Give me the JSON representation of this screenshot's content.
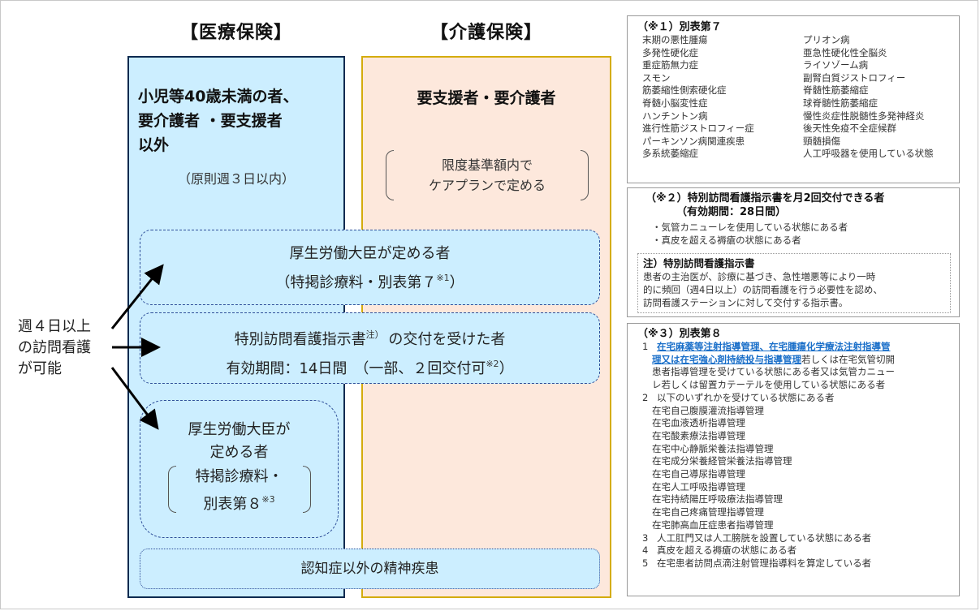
{
  "headings": {
    "medical": "【医療保険】",
    "care": "【介護保険】"
  },
  "medical_column": {
    "title_lines": [
      "小児等40歳未満の者、",
      "要介護者 ・要支援者",
      "以外"
    ],
    "subtitle": "（原則週３日以内）",
    "border_color": "#0d2a4f",
    "fill_color": "#cceeff"
  },
  "care_column": {
    "title": "要支援者・要介護者",
    "note_lines": [
      "限度基準額内で",
      "ケアプランで定める"
    ],
    "border_color": "#d4ac0d",
    "fill_color": "#fde8dc"
  },
  "left_label": {
    "lines": [
      "週４日以上",
      "の訪問看護",
      "が可能"
    ]
  },
  "boxes": {
    "ministry7": {
      "line1": "厚生労働大臣が定める者",
      "line2": "（特掲診療料・別表第７",
      "ref": "※1",
      "close": "）"
    },
    "special_instruction": {
      "line1_a": "特別訪問看護指示書",
      "line1_ref": "注）",
      "line1_b": " の交付を受けた者",
      "line2": "有効期間：14日間　（一部、２回交付可",
      "line2_ref": "※2",
      "line2_close": "）"
    },
    "ministry8": {
      "line1": "厚生労働大臣が",
      "line2": "定める者",
      "line3": "特掲診療料・",
      "line4": "別表第８",
      "ref": "※3"
    },
    "psychiatric": {
      "label": "認知症以外の精神疾患"
    }
  },
  "panel1": {
    "title": "（※１）別表第７",
    "items_left": [
      "末期の悪性腫瘍",
      "多発性硬化症",
      "重症筋無力症",
      "スモン",
      "筋萎縮性側索硬化症",
      "脊髄小脳変性症",
      "ハンチントン病",
      "進行性筋ジストロフィー症",
      "パーキンソン病関連疾患",
      "多系統萎縮症"
    ],
    "items_right": [
      "プリオン病",
      "亜急性硬化性全脳炎",
      "ライソゾーム病",
      "副腎白質ジストロフィー",
      "脊髄性筋萎縮症",
      "球脊髄性筋萎縮症",
      "慢性炎症性脱髄性多発神経炎",
      "後天性免疫不全症候群",
      "頸髄損傷",
      "人工呼吸器を使用している状態"
    ]
  },
  "panel2": {
    "title": "（※２）特別訪問看護指示書を月2回交付できる者",
    "subtitle": "（有効期間：28日間）",
    "bullets": [
      "・気管カニューレを使用している状態にある者",
      "・真皮を超える褥瘡の状態にある者"
    ],
    "note": {
      "title": "注）特別訪問看護指示書",
      "body_lines": [
        "患者の主治医が、診療に基づき、急性増悪等により一時",
        "的に頻回（週4日以上）の訪問看護を行う必要性を認め、",
        "訪問看護ステーションに対して交付する指示書。"
      ]
    }
  },
  "panel3": {
    "title": "（※３）別表第８",
    "item1": {
      "num": "1",
      "highlight_a": "在宅麻薬等注射指導管理、在宅腫瘍化学療法注射指導管",
      "highlight_b": "理又は在宅強心剤持続投与指導管理",
      "rest_a": "若しくは在宅気管切開",
      "rest_lines": [
        "患者指導管理を受けている状態にある者又は気管カニュー",
        "レ若しくは留置カテーテルを使用している状態にある者"
      ],
      "highlight_color": "#1a6fc9"
    },
    "item2": {
      "num": "2",
      "text": "以下のいずれかを受けている状態にある者",
      "sub": [
        "在宅自己腹膜灌流指導管理",
        "在宅血液透析指導管理",
        "在宅酸素療法指導管理",
        "在宅中心静脈栄養法指導管理",
        "在宅成分栄養経管栄養法指導管理",
        "在宅自己導尿指導管理",
        "在宅人工呼吸指導管理",
        "在宅持続陽圧呼吸療法指導管理",
        "在宅自己疼痛管理指導管理",
        "在宅肺高血圧症患者指導管理"
      ]
    },
    "item3": {
      "num": "3",
      "text": "人工肛門又は人工膀胱を設置している状態にある者"
    },
    "item4": {
      "num": "4",
      "text": "真皮を超える褥瘡の状態にある者"
    },
    "item5": {
      "num": "5",
      "text": "在宅患者訪問点滴注射管理指導料を算定している者"
    }
  }
}
